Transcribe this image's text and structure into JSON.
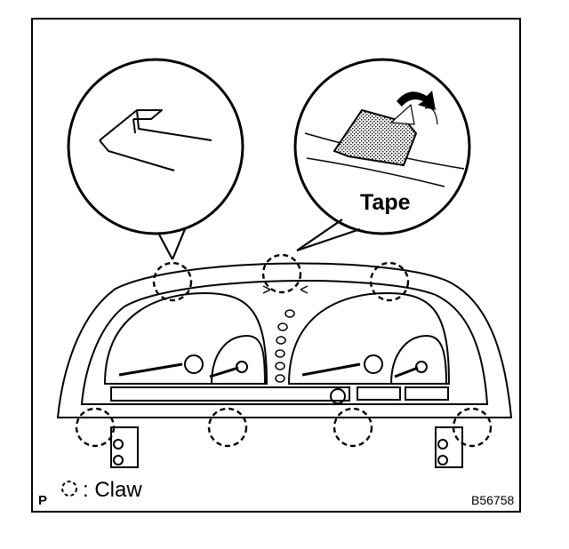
{
  "diagram": {
    "callout_label": "Tape",
    "legend": {
      "prefix": "P",
      "claw_label": ": Claw",
      "symbol": "dashed-circle"
    },
    "figure_code": "B56758"
  }
}
